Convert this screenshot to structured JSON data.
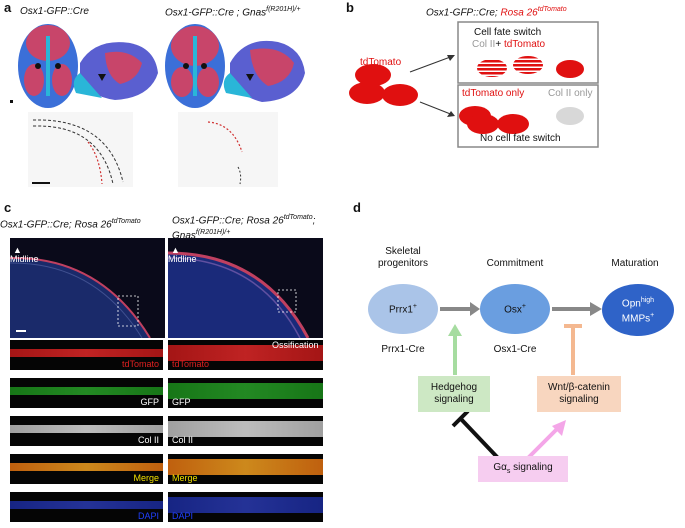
{
  "panel_a": {
    "label": "a",
    "title_left": "Osx1-GFP::Cre",
    "title_right_main": "Osx1-GFP::Cre ; Gnas",
    "title_right_sup": "f(R201H)/+"
  },
  "panel_b": {
    "label": "b",
    "title_main": "Osx1-GFP::Cre; ",
    "title_red": "Rosa 26",
    "title_sup": "tdTomato",
    "source_label": "tdTomato",
    "box1_title": "Cell fate switch",
    "box1_sub_gray": "Col II",
    "box1_sub_mid": "+ ",
    "box1_sub_red": "tdTomato",
    "box2_left_red": "tdTomato only",
    "box2_right_gray": "Col II only",
    "box2_bottom": "No cell fate switch"
  },
  "panel_c": {
    "label": "c",
    "title_left_main": "Osx1-GFP::Cre; Rosa 26",
    "title_left_sup": "tdTomato",
    "title_right_line1_main": "Osx1-GFP::Cre; Rosa 26",
    "title_right_line1_sup": "tdTomato",
    "title_right_line1_tail": ";",
    "title_right_line2_main": "Gnas",
    "title_right_line2_sup": "f(R201H)/+",
    "midline": "Midline",
    "ossification": "Ossification",
    "channels": [
      "tdTomato",
      "GFP",
      "Col II",
      "Merge",
      "DAPI"
    ],
    "channel_colors": [
      "#e02020",
      "#ffffff",
      "#ffffff",
      "#f0e000",
      "#2040ff"
    ]
  },
  "panel_d": {
    "label": "d",
    "stage1": "Skeletal\nprogenitors",
    "stage2": "Commitment",
    "stage3": "Maturation",
    "node1": "Prrx1",
    "node1_sup": "+",
    "node2": "Osx",
    "node2_sup": "+",
    "node3_line1": "Opn",
    "node3_line1_sup": "high",
    "node3_line2": "MMPs",
    "node3_line2_sup": "+",
    "cre1": "Prrx1-Cre",
    "cre2": "Osx1-Cre",
    "hh": "Hedgehog\nsignaling",
    "wnt": "Wnt/β-catenin\nsignaling",
    "gas_main": "Gα",
    "gas_sub": "s",
    "gas_tail": " signaling"
  }
}
